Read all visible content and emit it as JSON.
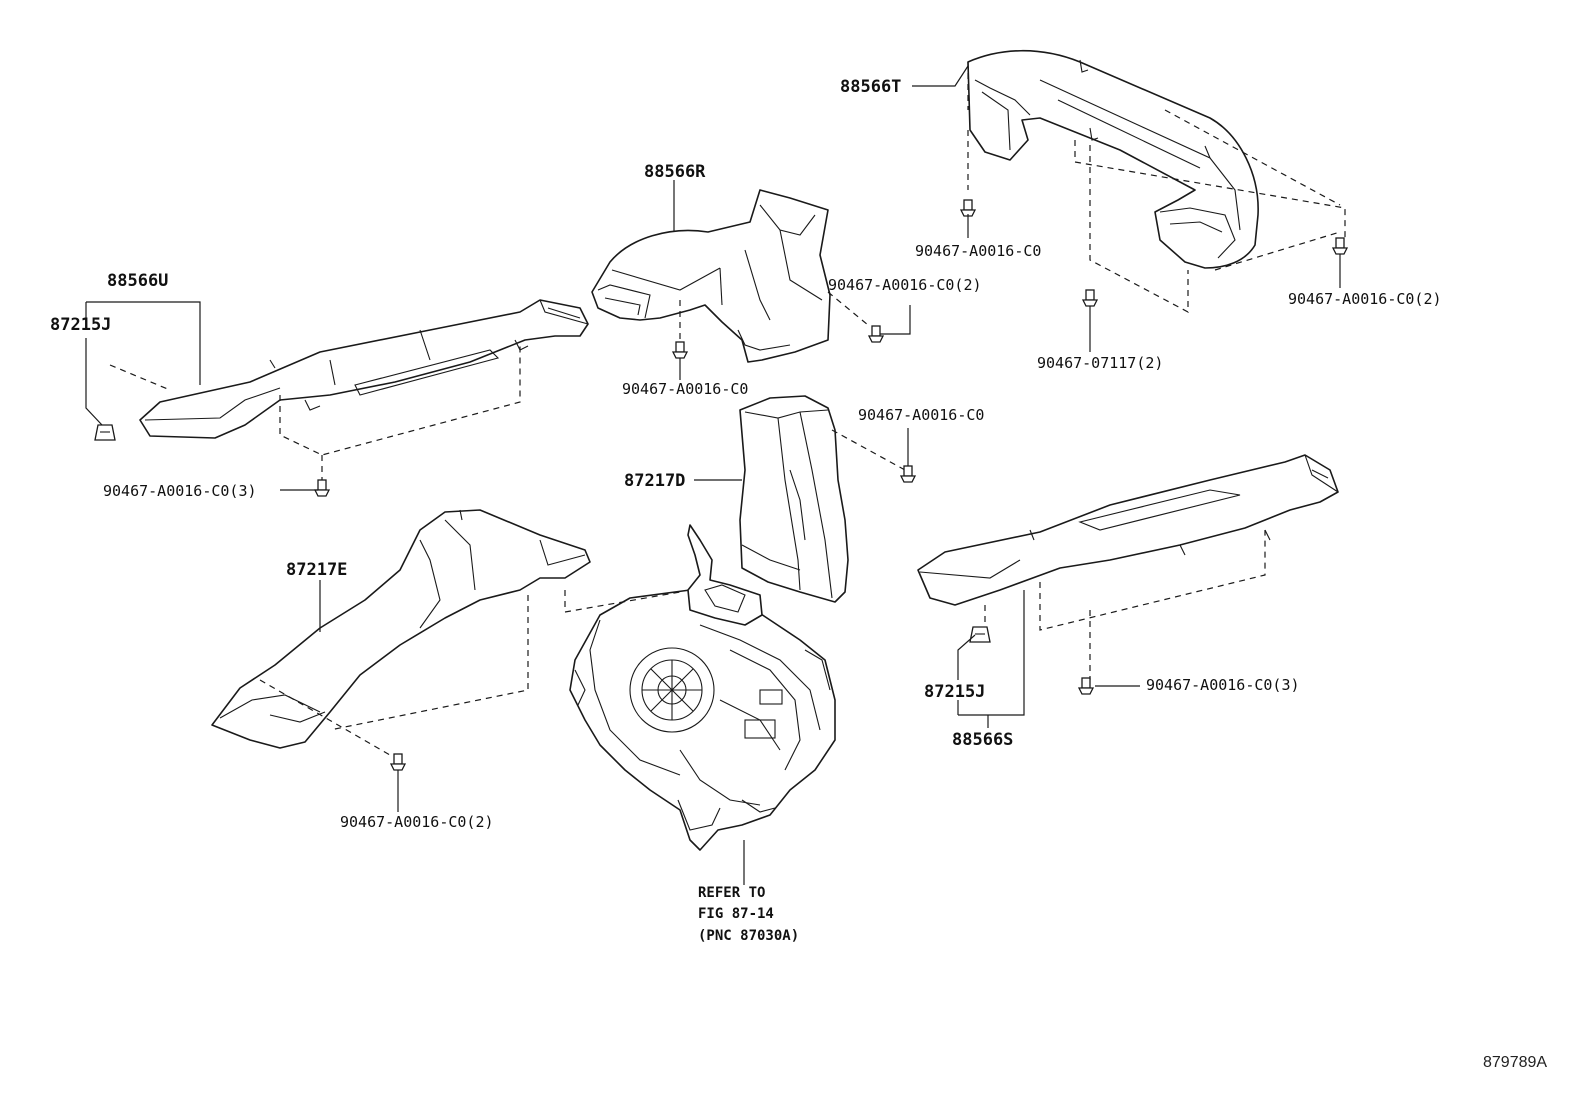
{
  "labels": {
    "p88566T": "88566T",
    "p88566R": "88566R",
    "p88566U": "88566U",
    "p87215J_left": "87215J",
    "p87217D": "87217D",
    "p87217E": "87217E",
    "p87215J_right": "87215J",
    "p88566S": "88566S",
    "clip_t_top": "90467-A0016-C0",
    "clip_t_right": "90467-A0016-C0(2)",
    "clip_t_bottom": "90467-07117(2)",
    "clip_r_right": "90467-A0016-C0(2)",
    "clip_r_bottom": "90467-A0016-C0",
    "clip_d_right": "90467-A0016-C0",
    "clip_u_bottom": "90467-A0016-C0(3)",
    "clip_s_right": "90467-A0016-C0(3)",
    "clip_e_bottom": "90467-A0016-C0(2)",
    "refer_line1": "REFER TO",
    "refer_line2": "FIG 87-14",
    "refer_line3": "(PNC 87030A)"
  },
  "figure_id": "879789A"
}
